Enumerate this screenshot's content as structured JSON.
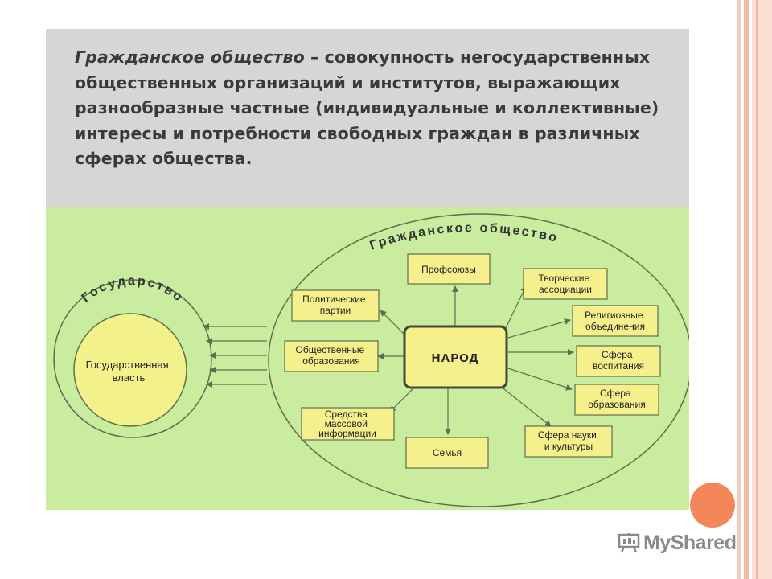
{
  "definition": {
    "term": "Гражданское общество",
    "body": " – совокупность негосударственных общественных организаций и институтов, выражающих разнообразные частные (индивидуальные и коллективные) интересы и потребности свободных граждан в различных сферах общества."
  },
  "diagram": {
    "state_ring_label": "Государство",
    "state_core_lines": [
      "Государственная",
      "власть"
    ],
    "society_ring_label": "Гражданское общество",
    "core_label": "НАРОД",
    "nodes": {
      "profsoyuzy": [
        "Профсоюзы"
      ],
      "politicheskie_partii": [
        "Политические",
        "партии"
      ],
      "obshchestvennye_obrazovaniya": [
        "Общественные",
        "образования"
      ],
      "smi": [
        "Средства",
        "массовой",
        "информации"
      ],
      "semya": [
        "Семья"
      ],
      "tvorcheskie_associacii": [
        "Творческие",
        "ассоциации"
      ],
      "religioznye_obedineniya": [
        "Религиозные",
        "объединения"
      ],
      "sfera_vospitaniya": [
        "Сфера",
        "воспитания"
      ],
      "sfera_obrazovaniya": [
        "Сфера",
        "образования"
      ],
      "sfera_nauki": [
        "Сфера науки",
        "и культуры"
      ]
    },
    "colors": {
      "panel_bg": "#c9ec9e",
      "box_fill": "#f5f08c",
      "core_fill": "#f5f08c",
      "state_core_fill": "#f3f18a",
      "stroke": "#5d6f4e"
    }
  },
  "branding": {
    "logo_text": "MyShared"
  }
}
